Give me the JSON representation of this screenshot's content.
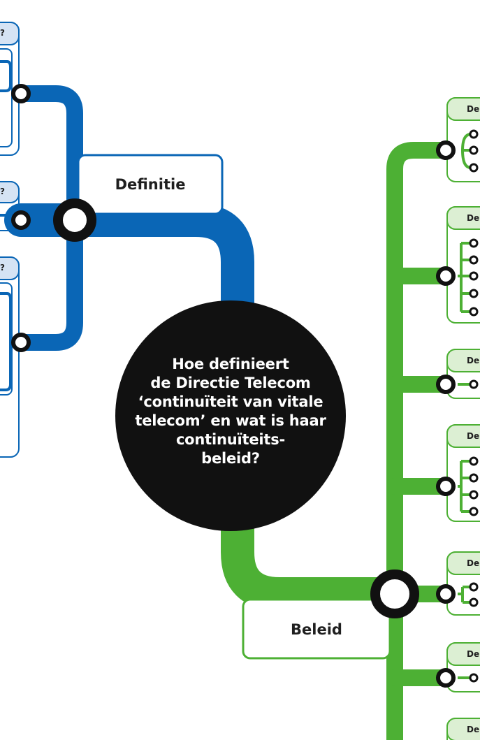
{
  "question": {
    "lines": [
      "Hoe definieert",
      "de Directie Telecom",
      "‘continuïteit van vitale",
      "telecom’ en wat is haar",
      "continuïteits-",
      "beleid?"
    ]
  },
  "branches": {
    "definitie": {
      "label": "Definitie",
      "color": "#0a66b6"
    },
    "beleid": {
      "label": "Beleid",
      "color": "#4db034"
    }
  },
  "left_tabs": [
    "?",
    "?",
    "?"
  ],
  "right_tabs": [
    "De",
    "De",
    "De",
    "De",
    "De",
    "De",
    "De"
  ],
  "colors": {
    "hub": "#111111",
    "blue": "#0a66b6",
    "blue_tab": "#d5e3f4",
    "green": "#4db034",
    "green_tab": "#dcefd3"
  }
}
